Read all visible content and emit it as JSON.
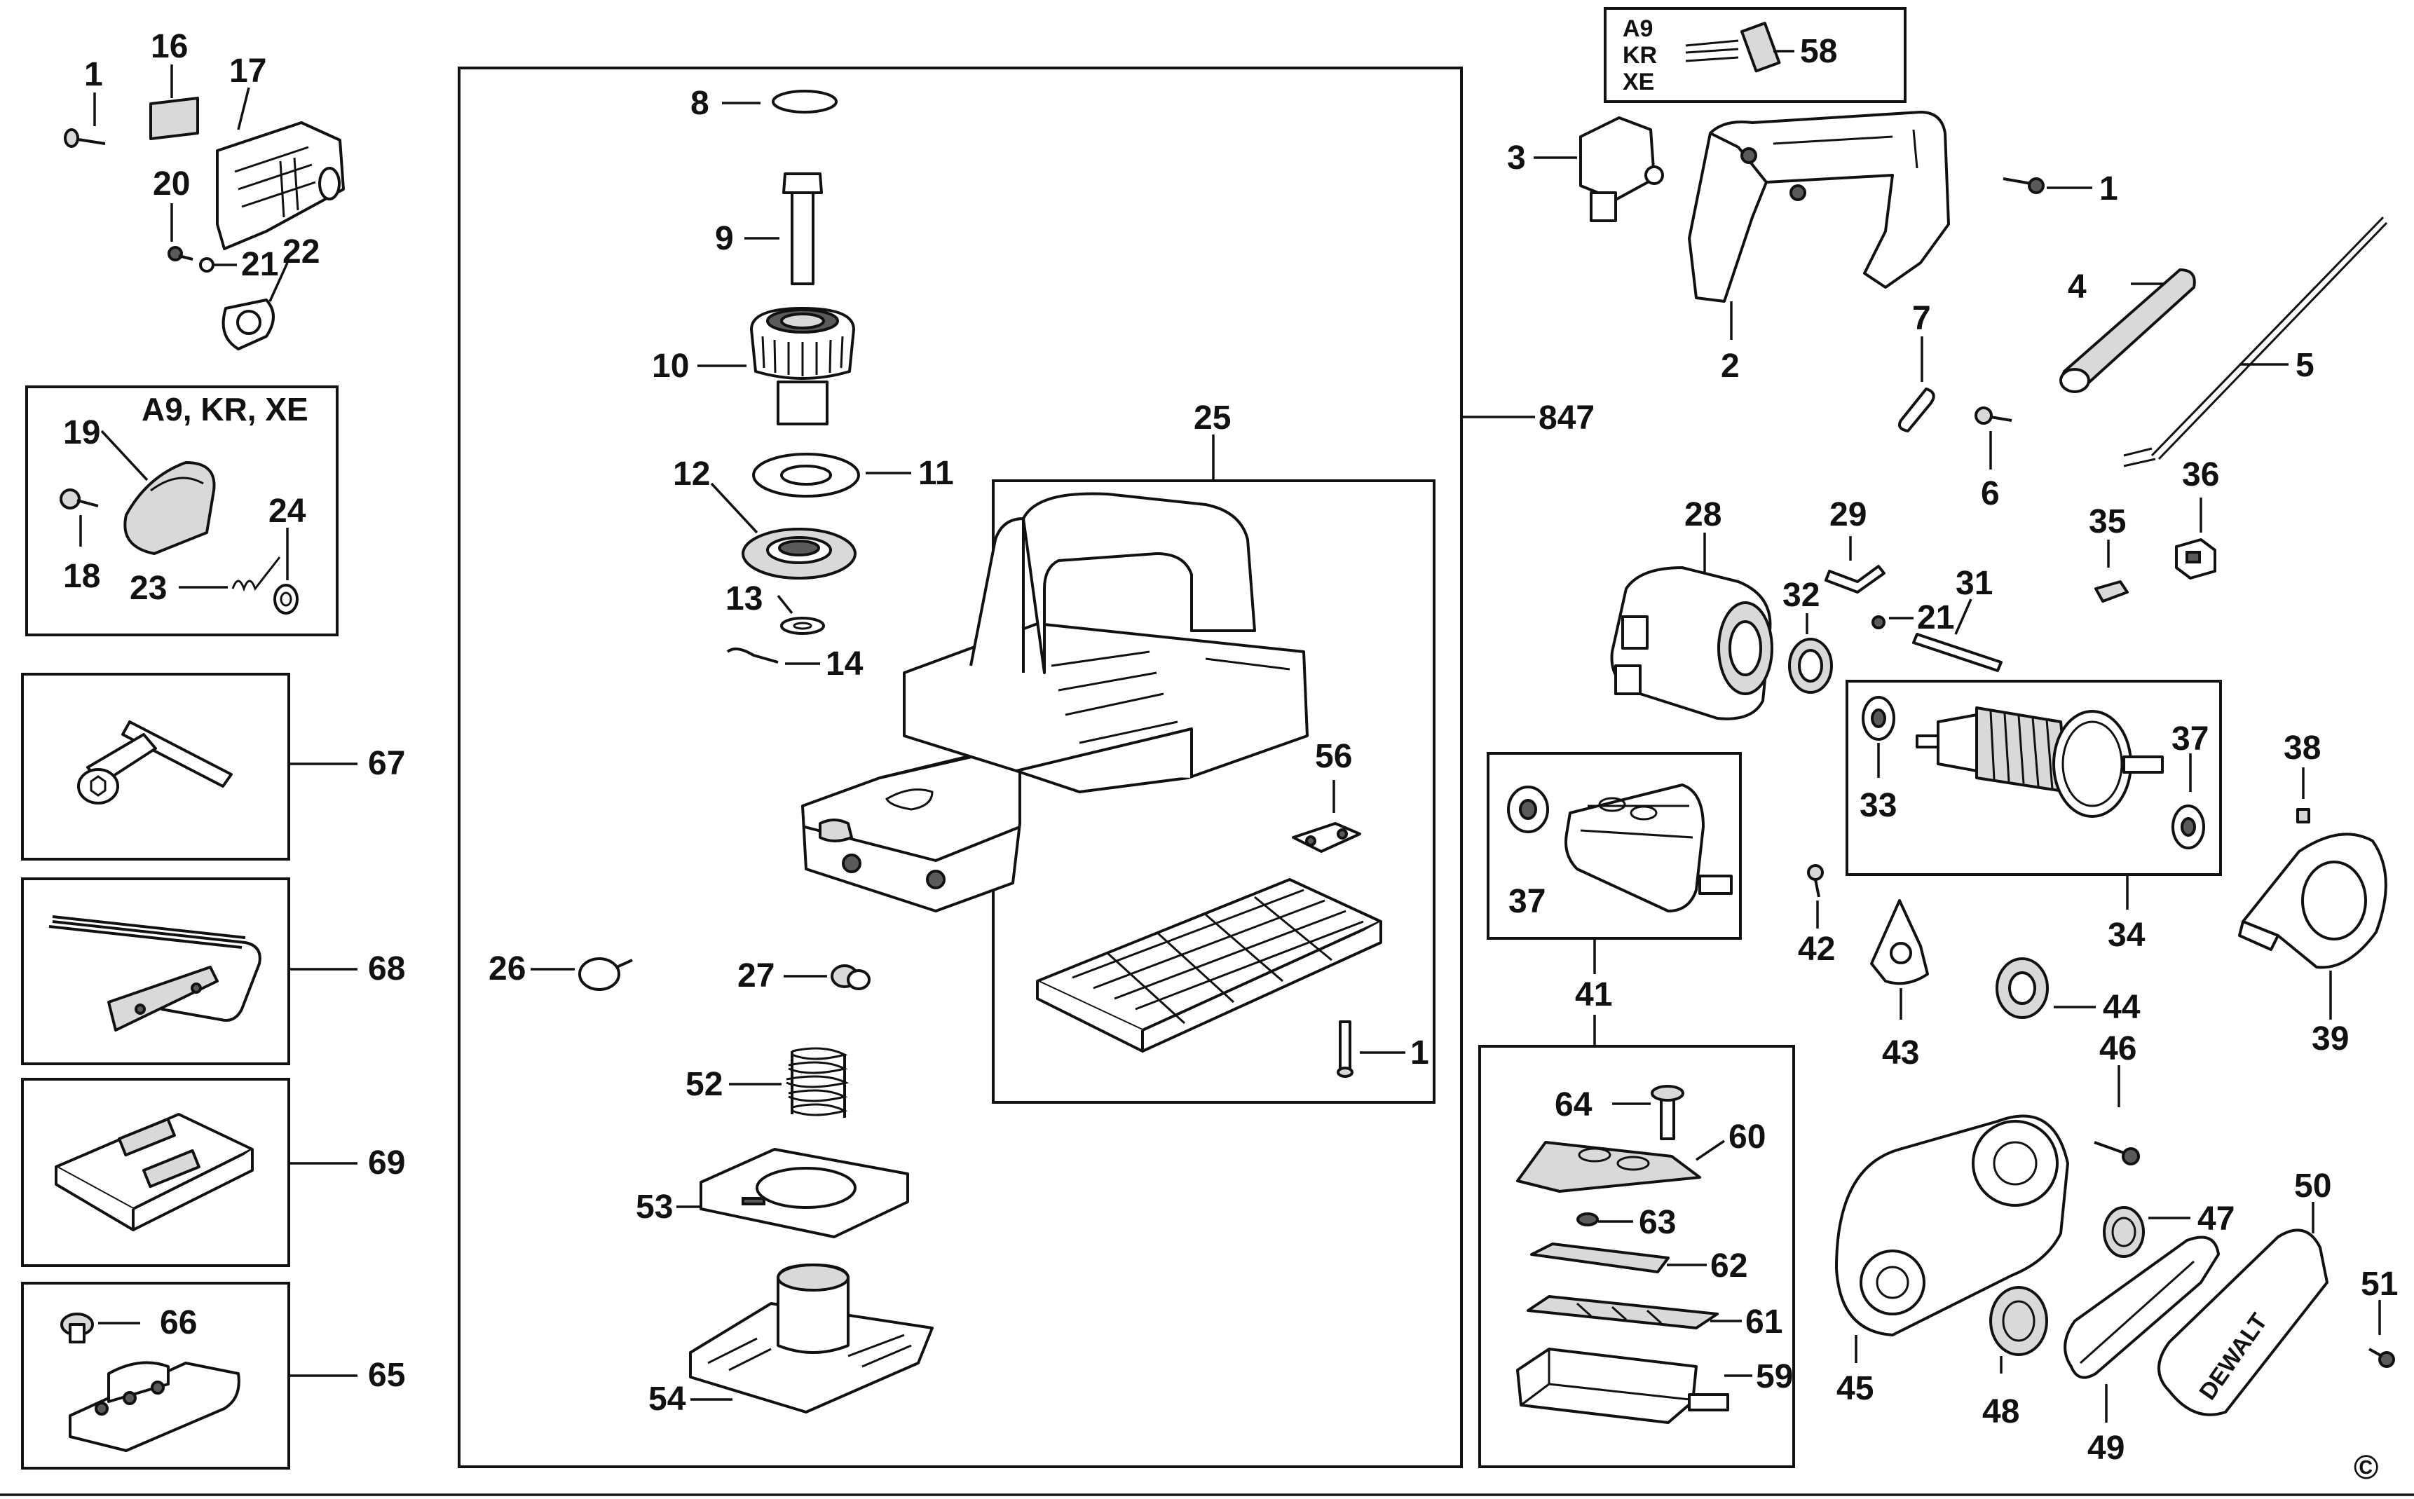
{
  "copyright_mark": "©",
  "region_labels": {
    "variant_box": "A9, KR, XE",
    "variant_58": [
      "A9",
      "KR",
      "XE"
    ]
  },
  "parts": {
    "p1a": "1",
    "p16": "16",
    "p17": "17",
    "p20": "20",
    "p21a": "21",
    "p22": "22",
    "p19": "19",
    "p18": "18",
    "p23": "23",
    "p24": "24",
    "p67": "67",
    "p68": "68",
    "p69": "69",
    "p66": "66",
    "p65": "65",
    "p8": "8",
    "p9": "9",
    "p10": "10",
    "p11": "11",
    "p12": "12",
    "p13": "13",
    "p14": "14",
    "p25": "25",
    "p847": "847",
    "p56": "56",
    "p1b": "1",
    "p26": "26",
    "p27": "27",
    "p52": "52",
    "p53": "53",
    "p54": "54",
    "p58": "58",
    "p3": "3",
    "p2": "2",
    "p1c": "1",
    "p4": "4",
    "p5": "5",
    "p7": "7",
    "p6": "6",
    "p28": "28",
    "p29": "29",
    "p32": "32",
    "p21b": "21",
    "p31": "31",
    "p35": "35",
    "p36": "36",
    "p33": "33",
    "p37a": "37",
    "p34": "34",
    "p38": "38",
    "p39": "39",
    "p37b": "37",
    "p41": "41",
    "p42": "42",
    "p43": "43",
    "p44": "44",
    "p64": "64",
    "p60": "60",
    "p63": "63",
    "p62": "62",
    "p61": "61",
    "p59": "59",
    "p46": "46",
    "p47": "47",
    "p45": "45",
    "p48": "48",
    "p49": "49",
    "p50": "50",
    "p51": "51"
  },
  "brand_text": "DEWALT"
}
